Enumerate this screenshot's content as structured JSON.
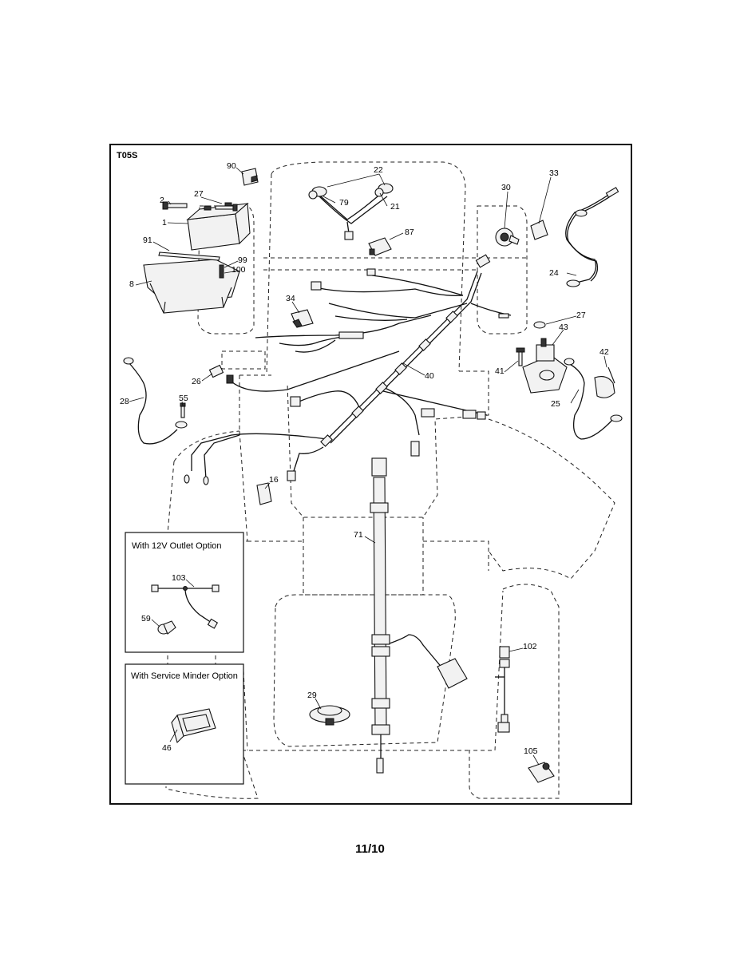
{
  "diagram": {
    "code": "T05S",
    "page_number": "11/10",
    "callouts": {
      "c90": "90",
      "c22": "22",
      "c33": "33",
      "c2": "2",
      "c27a": "27",
      "c79": "79",
      "c21": "21",
      "c30": "30",
      "c1": "1",
      "c87": "87",
      "c91": "91",
      "c99": "99",
      "c100": "100",
      "c8": "8",
      "c24": "24",
      "c34": "34",
      "c27b": "27",
      "c43": "43",
      "c42": "42",
      "c41": "41",
      "c40": "40",
      "c26": "26",
      "c25": "25",
      "c28": "28",
      "c55": "55",
      "c16": "16",
      "c71": "71",
      "c103": "103",
      "c59": "59",
      "c102": "102",
      "c29": "29",
      "c46": "46",
      "c105": "105"
    },
    "options": {
      "outlet_title": "With 12V Outlet Option",
      "minder_title": "With Service Minder Option"
    }
  }
}
